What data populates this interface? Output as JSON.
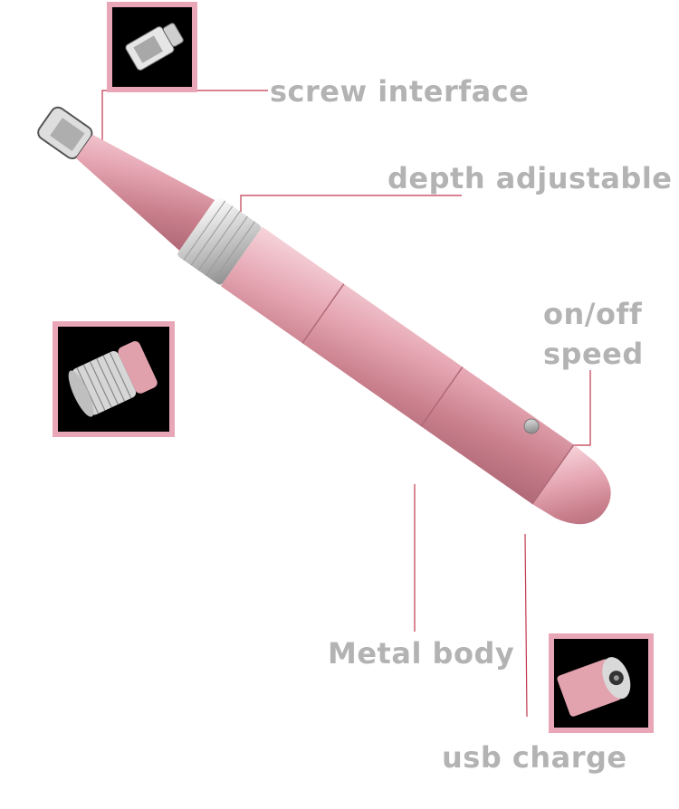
{
  "labels": {
    "screw_interface": "screw interface",
    "depth_adjustable": "depth adjustable",
    "on_off": "on/off",
    "speed": "speed",
    "metal_body": "Metal body",
    "usb_charge": "usb charge"
  },
  "colors": {
    "label_text": "#b3b3b3",
    "callout_line": "#c0394f",
    "inset_frame": "#e8a6b6",
    "pen_pink": "#d9909c",
    "ring_silver": "#d9d9d9"
  },
  "icons": [
    "screw-cartridge-icon",
    "depth-ring-icon",
    "usb-port-icon"
  ]
}
